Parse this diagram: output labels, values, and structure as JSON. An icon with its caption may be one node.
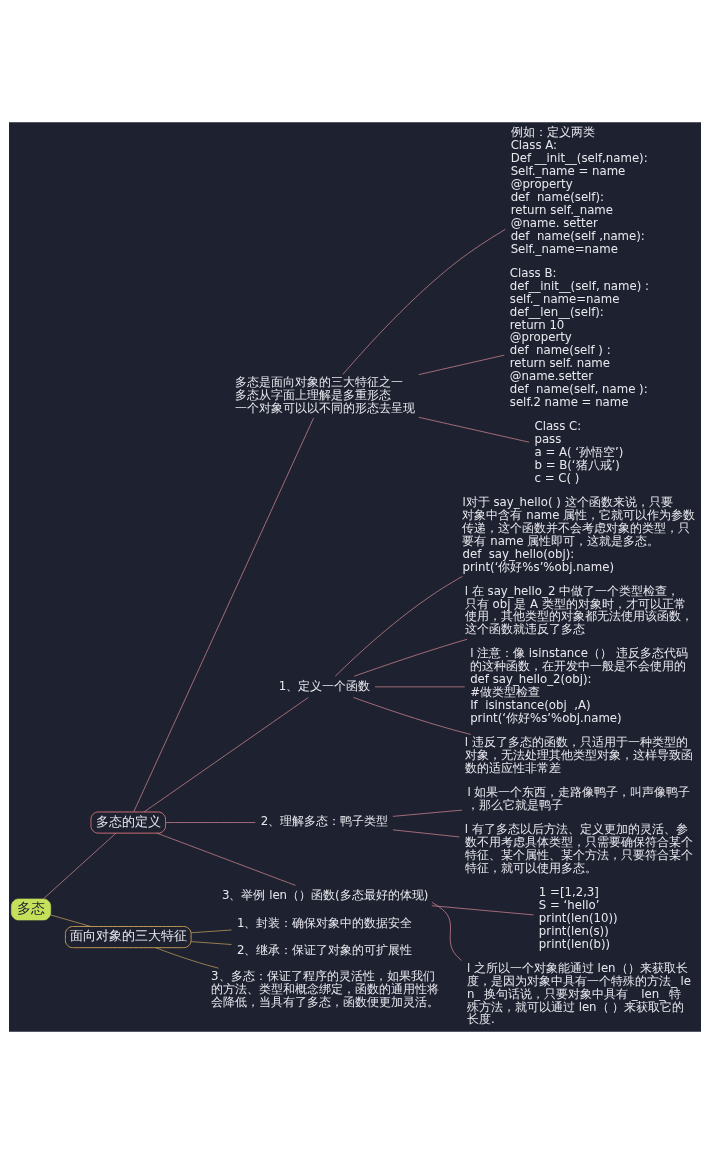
{
  "diagram": {
    "nodes": [
      {
        "text": [
          "多态"
        ]
      },
      {
        "text": [
          "多态的定义"
        ]
      },
      {
        "text": [
          "多态是面向对象的三大特征之一",
          "多态从字面上理解是多重形态",
          "一个对象可以以不同的形态去呈现"
        ]
      },
      {
        "text": [
          "例如：定义两类",
          "Class A:",
          "Def __init__(self,name):",
          "Self._name = name",
          "@property",
          "def  name(self):",
          "return self._name",
          "@name. setter",
          "def  name(self ,name):",
          "Self._name=name"
        ]
      },
      {
        "text": [
          "Class B:",
          "def__init__(self, name) :",
          "self._ name=name",
          "def__len__(self):",
          "return 10",
          "@property",
          "def  name(self ) :",
          "return self. name",
          "@name.setter",
          "def  name(self, name ):",
          "self.2 name = name"
        ]
      },
      {
        "text": [
          "Class C:",
          "pass",
          "a = A( ‘孙悟空’)",
          "b = B(‘猪八戒’)",
          "c = C( )"
        ]
      },
      {
        "text": [
          "1、定义一个函数"
        ]
      },
      {
        "text": [
          "l对于 say_hello( ) 这个函数来说，只要对象中含有 name 属性，它就可以作为参数传递，这个函数并不会考虑对象的类型，只要有 name 属性即可，这就是多态。",
          "def  say_hello(obj):",
          "print(‘你好%s’%obj.name)"
        ]
      },
      {
        "text": [
          "l 在 say_hello_2 中做了一个类型检查，只有 obj 是 A 类型的对象时，才可以正常使用，其他类型的对象都无法使用该函数，这个函数就违反了多态"
        ]
      },
      {
        "text": [
          "l 注意：像 isinstance（） 违反多态代码的这种函数，在开发中一般是不会使用的",
          "def say_hello_2(obj):",
          "#做类型检查",
          "If  isinstance(obj  ,A)",
          "print(‘你好%s’%obj.name)"
        ]
      },
      {
        "text": [
          "l 违反了多态的函数，只适用于一种类型的对象，无法处理其他类型对象，这样导致函数的适应性非常差"
        ]
      },
      {
        "text": [
          "2、理解多态：鸭子类型"
        ]
      },
      {
        "text": [
          "l 如果一个东西，走路像鸭子，叫声像鸭子，那么它就是鸭子"
        ]
      },
      {
        "text": [
          "l 有了多态以后方法、定义更加的灵活、参数不用考虑具体类型，只需要确保符合某个特征、某个属性、某个方法，只要符合某个特征，就可以使用多态。"
        ]
      },
      {
        "text": [
          "3、举例 len（）函数(多态最好的体现)"
        ]
      },
      {
        "text": [
          "1 =[1,2,3]",
          "S = ‘hello’",
          "print(len(10))",
          "print(len(s))",
          "print(len(b))"
        ]
      },
      {
        "text": [
          "l 之所以一个对象能通过 len（）来获取长度，是因为对象中具有一个特殊的方法_ len_ 换句话说，只要对象中具有 _ len_ 特殊方法，就可以通过 len（ ）来获取它的长度."
        ]
      },
      {
        "text": [
          "面向对象的三大特征"
        ]
      },
      {
        "text": [
          "1、封装：确保对象中的数据安全"
        ]
      },
      {
        "text": [
          "2、继承：保证了对象的可扩展性"
        ]
      },
      {
        "text": [
          "3、多态：保证了程序的灵活性，如果我们的方法、类型和概念绑定，函数的通用性将会降低，当具有了多态，函数便更加灵活。"
        ]
      }
    ],
    "edges": [
      {
        "from": 0,
        "to": 1,
        "arrow": "none"
      },
      {
        "from": 1,
        "to": 2,
        "arrow": "none"
      },
      {
        "from": 2,
        "to": 3,
        "arrow": "none"
      },
      {
        "from": 2,
        "to": 4,
        "arrow": "none"
      },
      {
        "from": 2,
        "to": 5,
        "arrow": "none"
      },
      {
        "from": 1,
        "to": 6,
        "arrow": "none"
      },
      {
        "from": 6,
        "to": 7,
        "arrow": "none"
      },
      {
        "from": 6,
        "to": 8,
        "arrow": "none"
      },
      {
        "from": 6,
        "to": 9,
        "arrow": "none"
      },
      {
        "from": 6,
        "to": 10,
        "arrow": "none"
      },
      {
        "from": 1,
        "to": 11,
        "arrow": "none"
      },
      {
        "from": 11,
        "to": 12,
        "arrow": "none"
      },
      {
        "from": 11,
        "to": 13,
        "arrow": "none"
      },
      {
        "from": 1,
        "to": 14,
        "arrow": "none"
      },
      {
        "from": 14,
        "to": 15,
        "arrow": "none"
      },
      {
        "from": 14,
        "to": 16,
        "arrow": "none"
      },
      {
        "from": 0,
        "to": 17,
        "arrow": "none",
        "color": "#c9a45c"
      },
      {
        "from": 17,
        "to": 18,
        "arrow": "none",
        "color": "#c9a45c"
      },
      {
        "from": 17,
        "to": 19,
        "arrow": "none",
        "color": "#c9a45c"
      },
      {
        "from": 17,
        "to": 20,
        "arrow": "none",
        "color": "#c9a45c"
      }
    ]
  }
}
